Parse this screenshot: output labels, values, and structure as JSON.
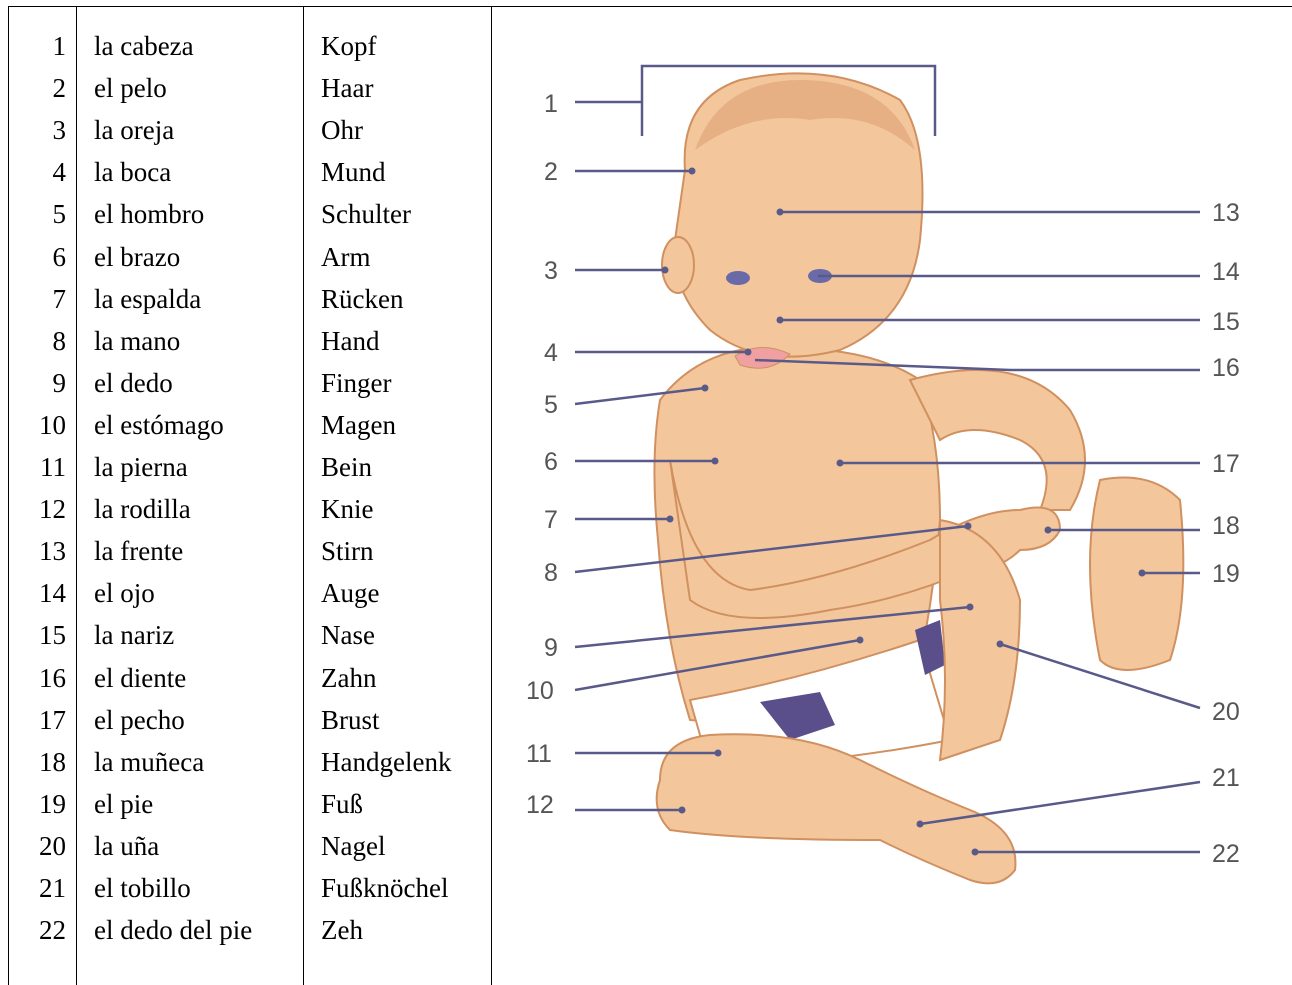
{
  "rows": [
    {
      "n": "1",
      "es": "la cabeza",
      "de": "Kopf"
    },
    {
      "n": "2",
      "es": "el pelo",
      "de": "Haar"
    },
    {
      "n": "3",
      "es": "la oreja",
      "de": "Ohr"
    },
    {
      "n": "4",
      "es": "la boca",
      "de": "Mund"
    },
    {
      "n": "5",
      "es": "el hombro",
      "de": "Schulter"
    },
    {
      "n": "6",
      "es": "el brazo",
      "de": "Arm"
    },
    {
      "n": "7",
      "es": "la espalda",
      "de": "Rücken"
    },
    {
      "n": "8",
      "es": "la mano",
      "de": "Hand"
    },
    {
      "n": "9",
      "es": "el dedo",
      "de": "Finger"
    },
    {
      "n": "10",
      "es": "el estómago",
      "de": "Magen"
    },
    {
      "n": "11",
      "es": "la pierna",
      "de": "Bein"
    },
    {
      "n": "12",
      "es": "la rodilla",
      "de": "Knie"
    },
    {
      "n": "13",
      "es": "la frente",
      "de": "Stirn"
    },
    {
      "n": "14",
      "es": "el ojo",
      "de": "Auge"
    },
    {
      "n": "15",
      "es": "la nariz",
      "de": "Nase"
    },
    {
      "n": "16",
      "es": "el diente",
      "de": "Zahn"
    },
    {
      "n": "17",
      "es": "el pecho",
      "de": "Brust"
    },
    {
      "n": "18",
      "es": "la muñeca",
      "de": "Handgelenk"
    },
    {
      "n": "19",
      "es": "el pie",
      "de": "Fuß"
    },
    {
      "n": "20",
      "es": "la uña",
      "de": "Nagel"
    },
    {
      "n": "21",
      "es": "el tobillo",
      "de": "Fußknöchel"
    },
    {
      "n": "22",
      "es": "el dedo del pie",
      "de": "Zeh"
    }
  ],
  "diagram_labels": [
    "1",
    "2",
    "3",
    "4",
    "5",
    "6",
    "7",
    "8",
    "9",
    "10",
    "11",
    "12",
    "13",
    "14",
    "15",
    "16",
    "17",
    "18",
    "19",
    "20",
    "21",
    "22"
  ],
  "colors": {
    "skin": "#f3c79b",
    "skin_shadow": "#dfa77a",
    "outline": "#d09060",
    "leader": "#5a5a8a",
    "label": "#555555",
    "diaper": "#ffffff",
    "diaper_dark": "#5a4f8a",
    "mouth": "#f0a0a0",
    "eye": "#6a6aa8"
  }
}
